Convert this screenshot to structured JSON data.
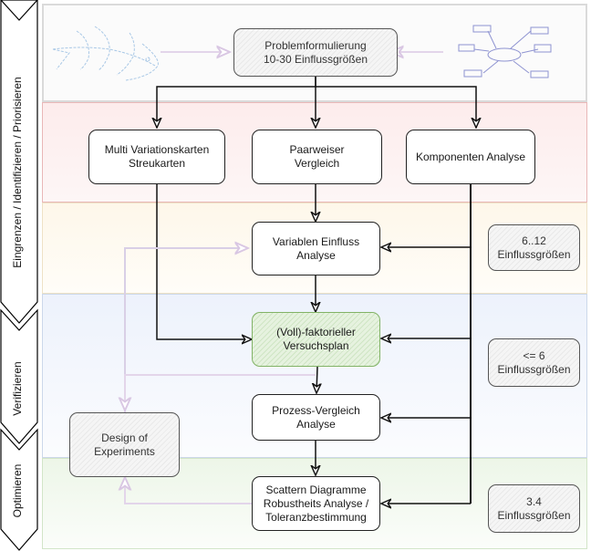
{
  "phases": [
    {
      "id": "eingrenzen",
      "label": "Eingrenzen / Identifizieren / Priorisieren"
    },
    {
      "id": "verifizieren",
      "label": "Verifizieren"
    },
    {
      "id": "optimieren",
      "label": "Optimieren"
    }
  ],
  "bands": [
    {
      "id": "problem",
      "color": "#f8f8f8",
      "border": "#dcdcdc"
    },
    {
      "id": "screening",
      "color": "#fdeeee",
      "border": "#e8b8b8"
    },
    {
      "id": "variables",
      "color": "#fefaf0",
      "border": "#efe3c4"
    },
    {
      "id": "verification",
      "color": "#eef3fc",
      "border": "#c9d6ea"
    },
    {
      "id": "optimization",
      "color": "#f0f7ec",
      "border": "#cfe3c4"
    }
  ],
  "nodes": {
    "problem": "Problemformulierung\n10-30 Einflussgrößen",
    "multi_var": "Multi Variationskarten\nStreukarten",
    "paarweiser": "Paarweiser\nVergleich",
    "komponenten": "Komponenten Analyse",
    "variablen": "Variablen Einfluss\nAnalyse",
    "versuchsplan": "(Voll)-faktorieller\nVersuchsplan",
    "prozess": "Prozess-Vergleich\nAnalyse",
    "scattern": "Scattern Diagramme\nRobustheits Analyse /\nToleranzbestimmung",
    "doe": "Design of\nExperiments"
  },
  "counts": {
    "c1": "6..12\nEinflussgrößen",
    "c2": "<= 6\nEinflussgrößen",
    "c3": "3.4\nEinflussgrößen"
  },
  "icons": {
    "left": "fishbone-diagram-icon",
    "right": "mind-map-icon"
  },
  "colors": {
    "connector": "#111111",
    "feedback": "#e3d5ea",
    "fishbone": "#a9c8e6",
    "mindmap": "#8e93d1",
    "green_accent": "#82b366"
  }
}
